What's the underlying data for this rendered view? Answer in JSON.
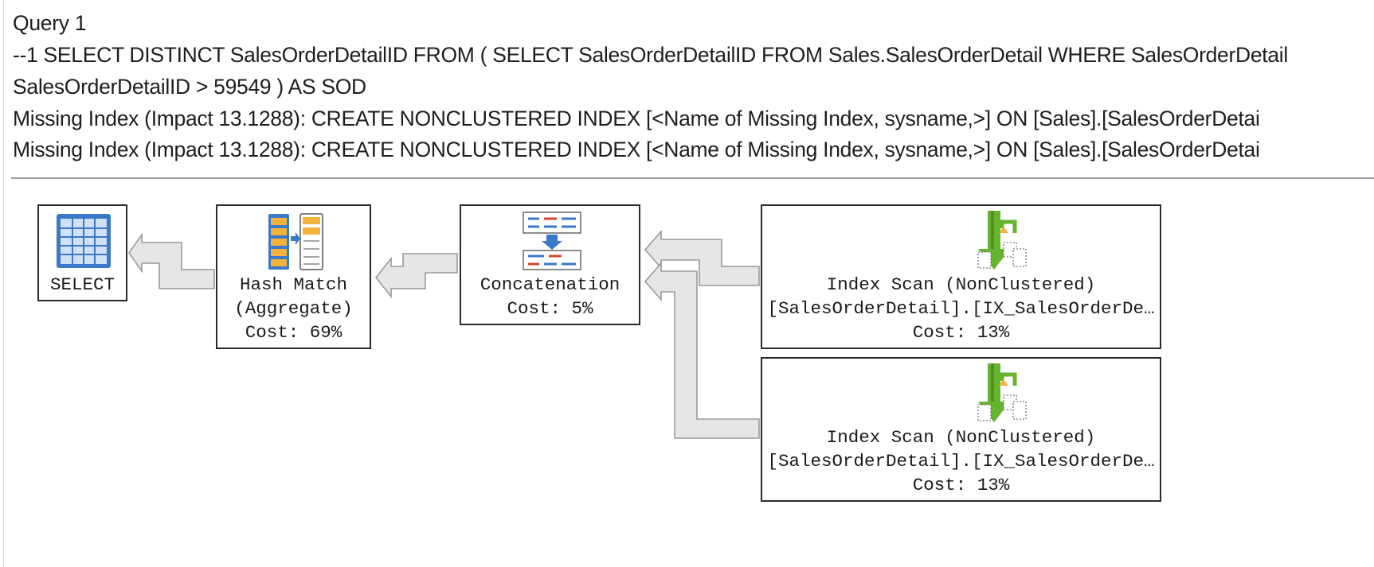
{
  "header": {
    "query_title": "Query 1",
    "query_text_line1": "--1 SELECT DISTINCT SalesOrderDetailID FROM ( SELECT SalesOrderDetailID FROM Sales.SalesOrderDetail WHERE SalesOrderDetail",
    "query_text_line2": "SalesOrderDetailID > 59549 ) AS SOD",
    "missing_index_1": "Missing Index (Impact 13.1288): CREATE NONCLUSTERED INDEX [<Name of Missing Index, sysname,>] ON [Sales].[SalesOrderDetai",
    "missing_index_2": "Missing Index (Impact 13.1288): CREATE NONCLUSTERED INDEX [<Name of Missing Index, sysname,>] ON [Sales].[SalesOrderDetai"
  },
  "plan": {
    "select": {
      "label": "SELECT",
      "icon": "select-table-icon"
    },
    "hash_match": {
      "line1": "Hash Match",
      "line2": "(Aggregate)",
      "cost": "Cost: 69%",
      "icon": "hash-match-icon"
    },
    "concatenation": {
      "line1": "Concatenation",
      "cost": "Cost: 5%",
      "icon": "concatenation-icon"
    },
    "index_scan_1": {
      "line1": "Index Scan (NonClustered)",
      "line2": "[SalesOrderDetail].[IX_SalesOrderDe…",
      "cost": "Cost: 13%",
      "icon": "index-scan-icon"
    },
    "index_scan_2": {
      "line1": "Index Scan (NonClustered)",
      "line2": "[SalesOrderDetail].[IX_SalesOrderDe…",
      "cost": "Cost: 13%",
      "icon": "index-scan-icon"
    }
  },
  "colors": {
    "node_border": "#2a2a2a",
    "arrow_fill": "#e6e6e6",
    "arrow_stroke": "#9a9a9a",
    "icon_blue": "#3a78c9",
    "icon_orange": "#f3b23c",
    "icon_green": "#66b32e",
    "icon_red": "#d8432e"
  }
}
